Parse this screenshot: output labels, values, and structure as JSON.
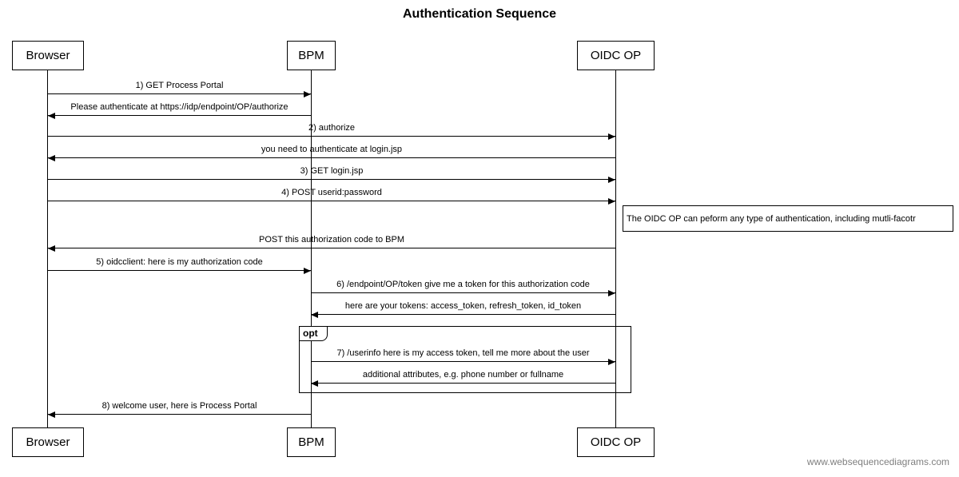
{
  "title": "Authentication Sequence",
  "actors": [
    {
      "name": "Browser"
    },
    {
      "name": "BPM"
    },
    {
      "name": "OIDC OP"
    }
  ],
  "messages": [
    {
      "label": "1) GET Process Portal",
      "from": "Browser",
      "to": "BPM",
      "direction": "right"
    },
    {
      "label": "Please authenticate at https://idp/endpoint/OP/authorize",
      "from": "BPM",
      "to": "Browser",
      "direction": "left"
    },
    {
      "label": "2) authorize",
      "from": "Browser",
      "to": "OIDC OP",
      "direction": "right"
    },
    {
      "label": "you need to authenticate at login.jsp",
      "from": "OIDC OP",
      "to": "Browser",
      "direction": "left"
    },
    {
      "label": "3) GET login.jsp",
      "from": "Browser",
      "to": "OIDC OP",
      "direction": "right"
    },
    {
      "label": "4) POST userid:password",
      "from": "Browser",
      "to": "OIDC OP",
      "direction": "right"
    },
    {
      "label": "POST this authorization code to BPM",
      "from": "OIDC OP",
      "to": "Browser",
      "direction": "left"
    },
    {
      "label": "5) oidcclient: here is my authorization code",
      "from": "Browser",
      "to": "BPM",
      "direction": "right"
    },
    {
      "label": "6) /endpoint/OP/token give me a token for this authorization code",
      "from": "BPM",
      "to": "OIDC OP",
      "direction": "right"
    },
    {
      "label": "here are your tokens: access_token, refresh_token, id_token",
      "from": "OIDC OP",
      "to": "BPM",
      "direction": "left"
    },
    {
      "label": "7) /userinfo here is my access token, tell me more about the user",
      "from": "BPM",
      "to": "OIDC OP",
      "direction": "right"
    },
    {
      "label": "additional attributes, e.g. phone number or fullname",
      "from": "OIDC OP",
      "to": "BPM",
      "direction": "left"
    },
    {
      "label": "8) welcome user, here is Process Portal",
      "from": "BPM",
      "to": "Browser",
      "direction": "left"
    }
  ],
  "note": {
    "text": "The OIDC OP can peform any type of authentication, including mutli-facotr"
  },
  "fragment": {
    "label": "opt"
  },
  "watermark": "www.websequencediagrams.com"
}
